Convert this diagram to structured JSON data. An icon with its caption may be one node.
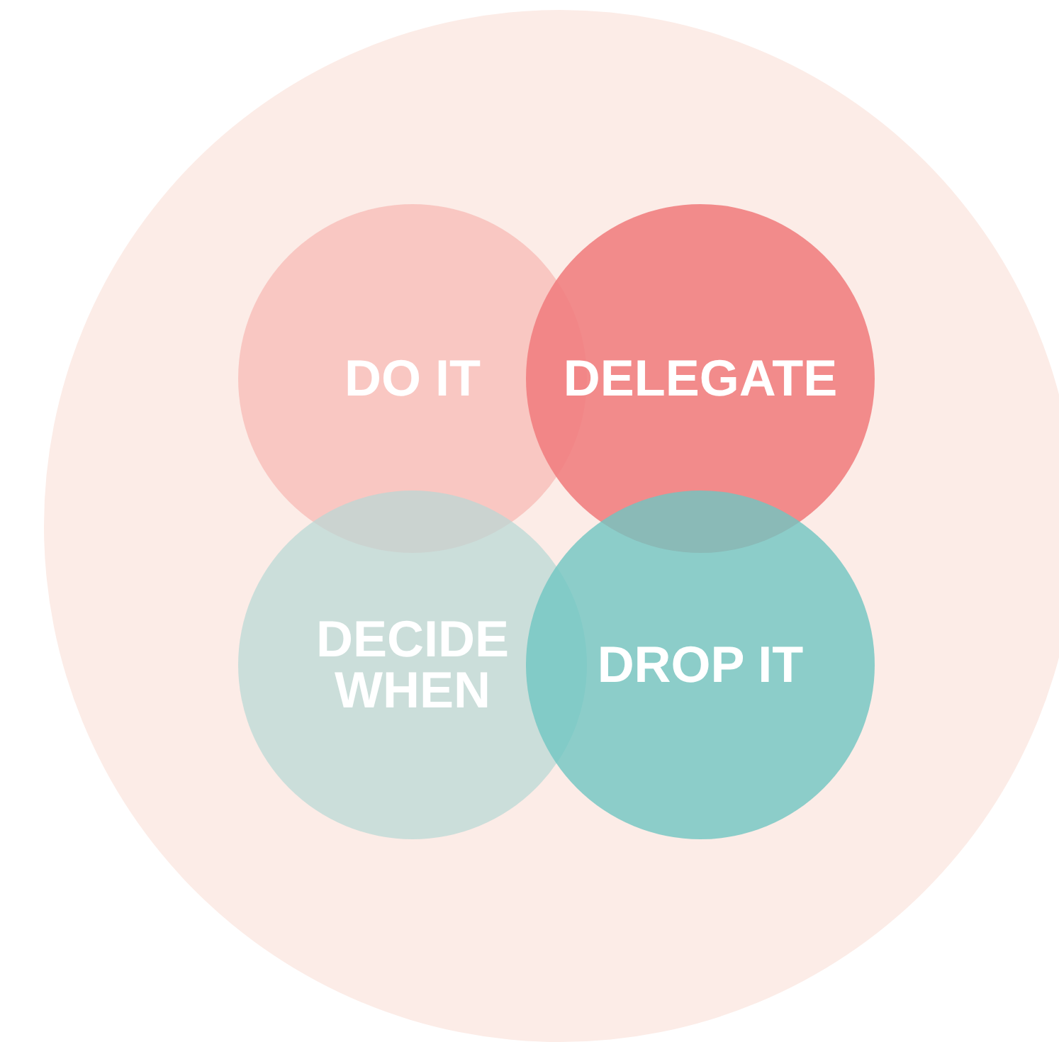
{
  "diagram": {
    "nodes": [
      {
        "text": [],
        "shape": "circle"
      },
      {
        "text": [
          "DO IT"
        ],
        "in": 0
      },
      {
        "text": [
          "DELEGATE"
        ],
        "in": 0
      },
      {
        "text": [
          "DECIDE WHEN"
        ],
        "in": 0
      },
      {
        "text": [
          "DROP IT"
        ],
        "in": 0
      }
    ]
  }
}
